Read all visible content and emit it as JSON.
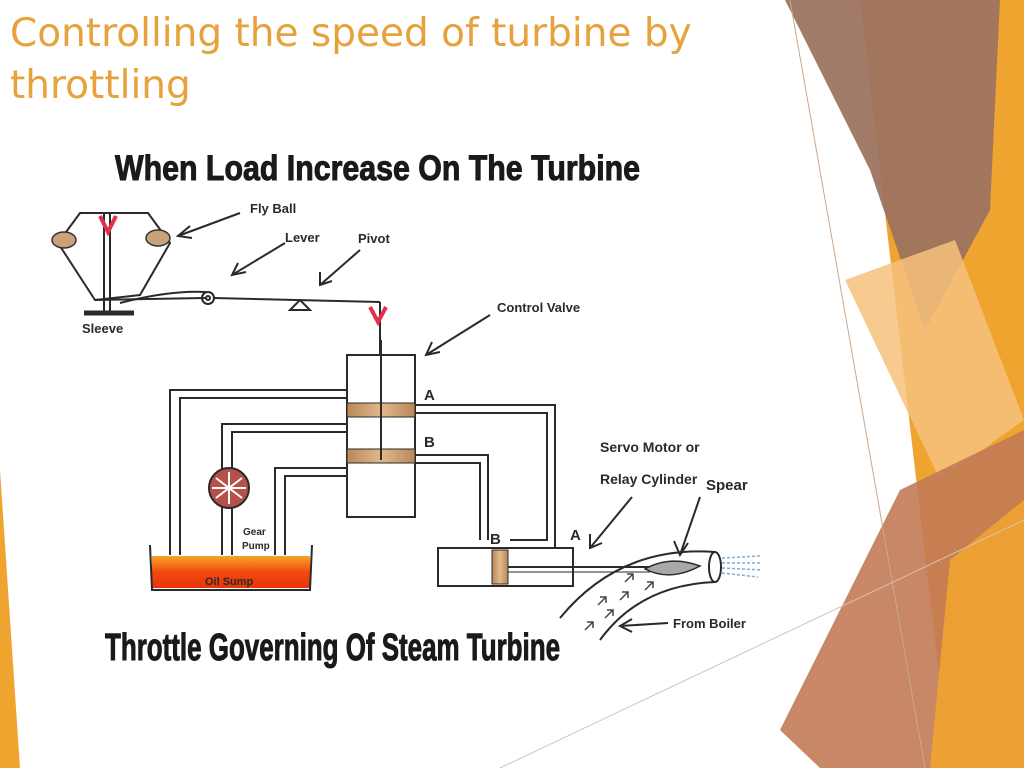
{
  "slide": {
    "title": "Controlling the speed of turbine by throttling"
  },
  "colors": {
    "title": "#E6A23C",
    "accent_gold": "#F0A430",
    "accent_brown": "#9C7460",
    "accent_peach": "#F7C78A",
    "oil": "#F24A12"
  },
  "diagram": {
    "heading": "When Load Increase On The Turbine",
    "caption": "Throttle Governing Of Steam Turbine",
    "labels": {
      "fly_ball": "Fly Ball",
      "lever": "Lever",
      "pivot": "Pivot",
      "sleeve": "Sleeve",
      "control_valve": "Control Valve",
      "port_a_upper": "A",
      "port_b_upper": "B",
      "port_b_lower": "B",
      "port_a_lower": "A",
      "servo_motor": "Servo Motor or",
      "relay_cylinder": "Relay Cylinder",
      "spear": "Spear",
      "gear": "Gear",
      "pump": "Pump",
      "oil_sump": "Oil Sump",
      "from_boiler": "From Boiler"
    }
  }
}
